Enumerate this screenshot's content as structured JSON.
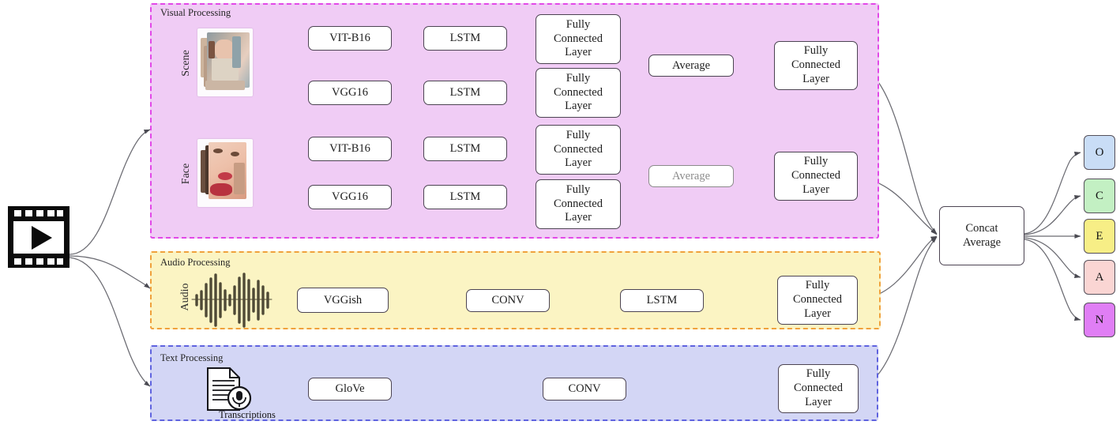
{
  "panels": {
    "visual": {
      "title": "Visual Processing",
      "fill": "#f0ccf5",
      "stroke": "#e248e8"
    },
    "audio": {
      "title": "Audio Processing",
      "fill": "#fbf4c3",
      "stroke": "#f0a13c"
    },
    "text": {
      "title": "Text Processing",
      "fill": "#d3d6f5",
      "stroke": "#5f63df"
    }
  },
  "source": {
    "icon": "video-film-icon"
  },
  "visual": {
    "scene_label": "Scene",
    "face_label": "Face",
    "scene_thumb": "scene-frames-thumbnail",
    "face_thumb": "face-frames-thumbnail",
    "scene": {
      "vit": "VIT-B16",
      "vgg": "VGG16",
      "lstm_top": "LSTM",
      "lstm_bottom": "LSTM",
      "fc_top": "Fully Connected Layer",
      "fc_bottom": "Fully Connected Layer",
      "average": "Average",
      "fc_out": "Fully Connected Layer"
    },
    "face": {
      "vit": "VIT-B16",
      "vgg": "VGG16",
      "lstm_top": "LSTM",
      "lstm_bottom": "LSTM",
      "fc_top": "Fully Connected Layer",
      "fc_bottom": "Fully Connected Layer",
      "average": "Average",
      "fc_out": "Fully Connected Layer"
    }
  },
  "audio": {
    "input_label": "Audio",
    "waveform": "audio-waveform-icon",
    "vggish": "VGGish",
    "conv": "CONV",
    "lstm": "LSTM",
    "fc_out": "Fully Connected Layer"
  },
  "text": {
    "input_caption": "Transcriptions",
    "doc_icon": "document-microphone-icon",
    "glove": "GloVe",
    "conv": "CONV",
    "fc_out": "Fully Connected Layer"
  },
  "fusion": {
    "label": "Concat Average"
  },
  "outputs": [
    {
      "label": "O",
      "fill": "#c9ddf6",
      "name": "output-openness"
    },
    {
      "label": "C",
      "fill": "#c3f0c3",
      "name": "output-conscientiousness"
    },
    {
      "label": "E",
      "fill": "#f7ee86",
      "name": "output-extraversion"
    },
    {
      "label": "A",
      "fill": "#fad5d3",
      "name": "output-agreeableness"
    },
    {
      "label": "N",
      "fill": "#e07ef5",
      "name": "output-neuroticism"
    }
  ],
  "colors": {
    "edge": "#6b6b72",
    "node_border": "#4c4452",
    "faint_border": "#8b8b8b"
  }
}
